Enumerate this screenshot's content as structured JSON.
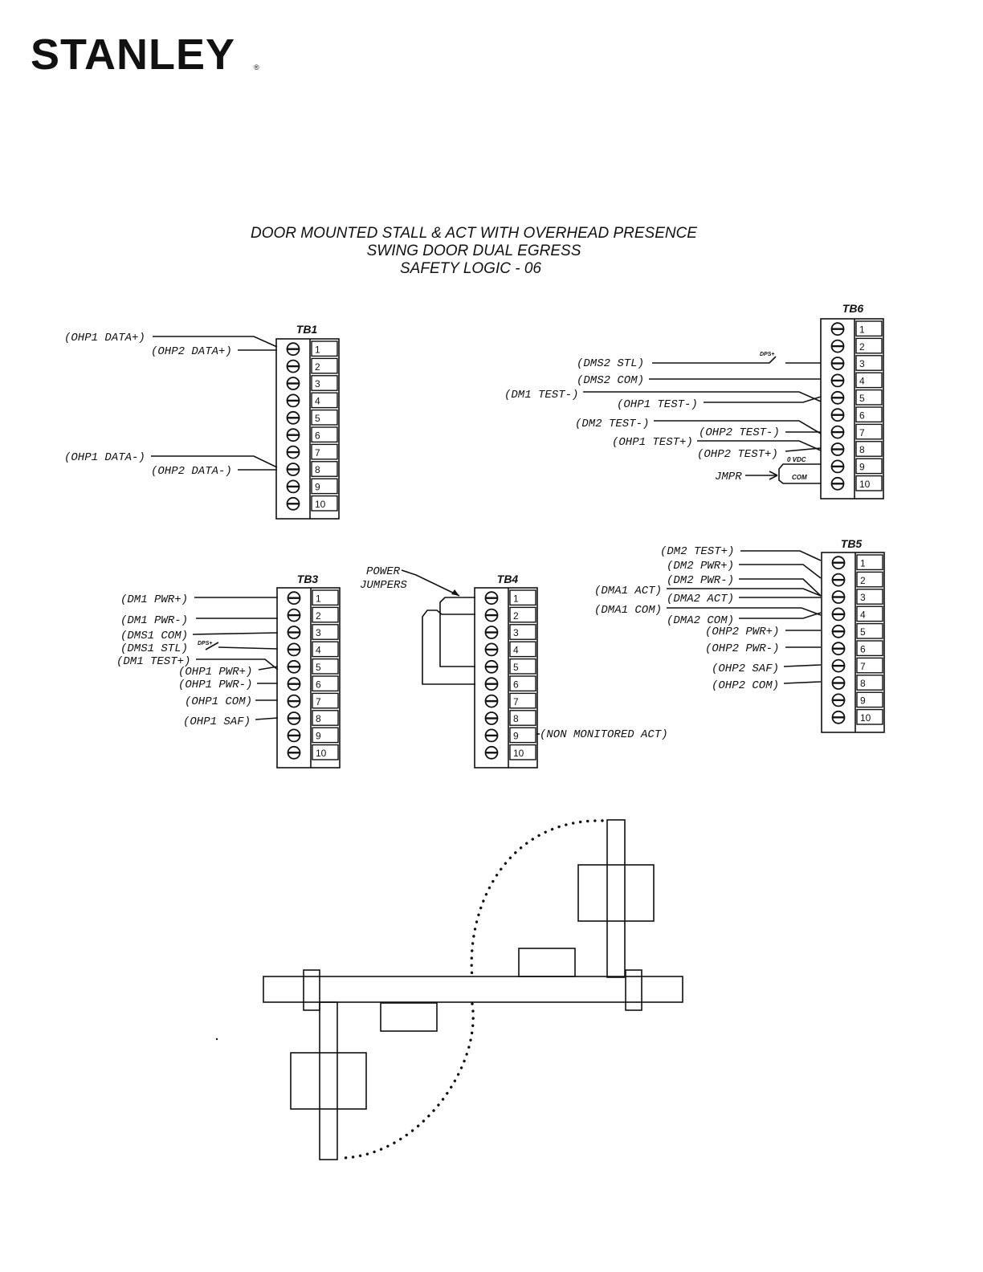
{
  "brand": {
    "name": "STANLEY",
    "mark": "®"
  },
  "title": {
    "line1": "DOOR MOUNTED STALL & ACT WITH OVERHEAD PRESENCE",
    "line2": "SWING DOOR DUAL EGRESS",
    "line3": "SAFETY LOGIC - 06"
  },
  "terminals": [
    "1",
    "2",
    "3",
    "4",
    "5",
    "6",
    "7",
    "8",
    "9",
    "10"
  ],
  "tb1": {
    "name": "TB1",
    "labels": [
      "(OHP1 DATA+)",
      "(OHP2 DATA+)",
      "(OHP1 DATA-)",
      "(OHP2 DATA-)"
    ]
  },
  "tb6": {
    "name": "TB6",
    "labels": [
      "(DMS2 STL)",
      "(DMS2 COM)",
      "(DM1 TEST-)",
      "(OHP1 TEST-)",
      "(DM2 TEST-)",
      "(OHP2 TEST-)",
      "(OHP1 TEST+)",
      "(OHP2 TEST+)",
      "JMPR"
    ],
    "dps_label": "DPS+",
    "vdc_label": "0 VDC",
    "com_label": "COM"
  },
  "tb3": {
    "name": "TB3",
    "labels": [
      "(DM1 PWR+)",
      "(DM1 PWR-)",
      "(DMS1 COM)",
      "(DMS1 STL)",
      "(DM1 TEST+)",
      "(OHP1 PWR+)",
      "(OHP1 PWR-)",
      "(OHP1 COM)",
      "(OHP1 SAF)"
    ],
    "dps_label": "DPS+"
  },
  "tb4": {
    "name": "TB4",
    "power_jumpers": [
      "POWER",
      "JUMPERS"
    ],
    "non_monitored": "(NON MONITORED ACT)"
  },
  "tb5": {
    "name": "TB5",
    "labels": [
      "(DM2 TEST+)",
      "(DM2 PWR+)",
      "(DM2 PWR-)",
      "(DMA1 ACT)",
      "(DMA2 ACT)",
      "(DMA1 COM)",
      "(DMA2 COM)",
      "(OHP2 PWR+)",
      "(OHP2 PWR-)",
      "(OHP2 SAF)",
      "(OHP2 COM)"
    ]
  }
}
